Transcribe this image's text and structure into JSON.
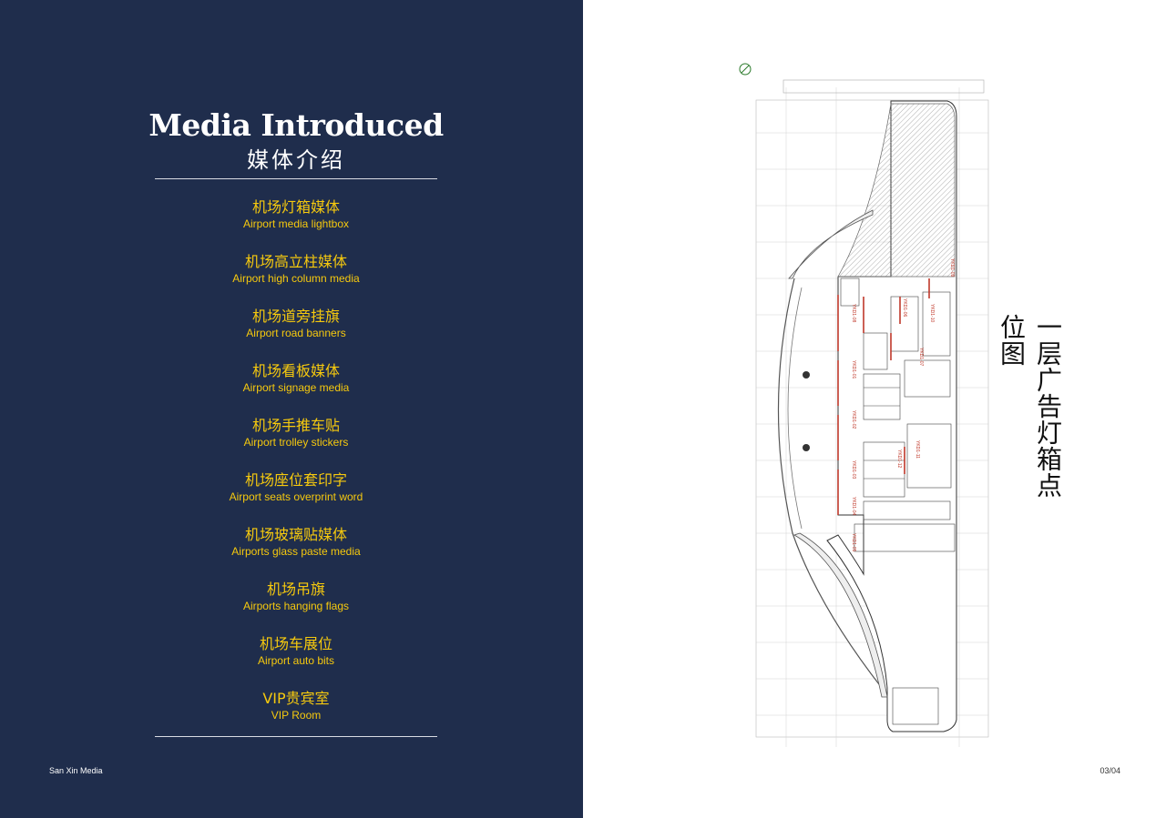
{
  "header": {
    "title": "Media Introduced",
    "subtitle": "媒体介绍"
  },
  "menu": {
    "items": [
      {
        "cn": "机场灯箱媒体",
        "en": "Airport media lightbox"
      },
      {
        "cn": "机场高立柱媒体",
        "en": "Airport high column media"
      },
      {
        "cn": "机场道旁挂旗",
        "en": "Airport road banners"
      },
      {
        "cn": "机场看板媒体",
        "en": "Airport signage media"
      },
      {
        "cn": "机场手推车贴",
        "en": "Airport trolley stickers"
      },
      {
        "cn": "机场座位套印字",
        "en": "Airport seats overprint word"
      },
      {
        "cn": "机场玻璃贴媒体",
        "en": "Airports glass paste media"
      },
      {
        "cn": "机场吊旗",
        "en": "Airports hanging flags"
      },
      {
        "cn": "机场车展位",
        "en": "Airport auto bits"
      },
      {
        "cn": "VIP贵宾室",
        "en": "VIP Room"
      }
    ]
  },
  "footer": {
    "brand": "San Xin Media",
    "page": "03/04"
  },
  "floorplan": {
    "title": "一层广告灯箱点位图",
    "labels": [
      "YKD1-01",
      "YKD1-02",
      "YKD1-03",
      "YKD1-04",
      "YKD1-05",
      "YKD1-06",
      "YKD1-07",
      "YKD1-08",
      "YKD1-09",
      "YKD1-10",
      "YKD1-11",
      "YKD1-12"
    ]
  },
  "colors": {
    "panel_bg": "#1f2d4c",
    "accent": "#f6c90e",
    "marker": "#c0392b"
  }
}
